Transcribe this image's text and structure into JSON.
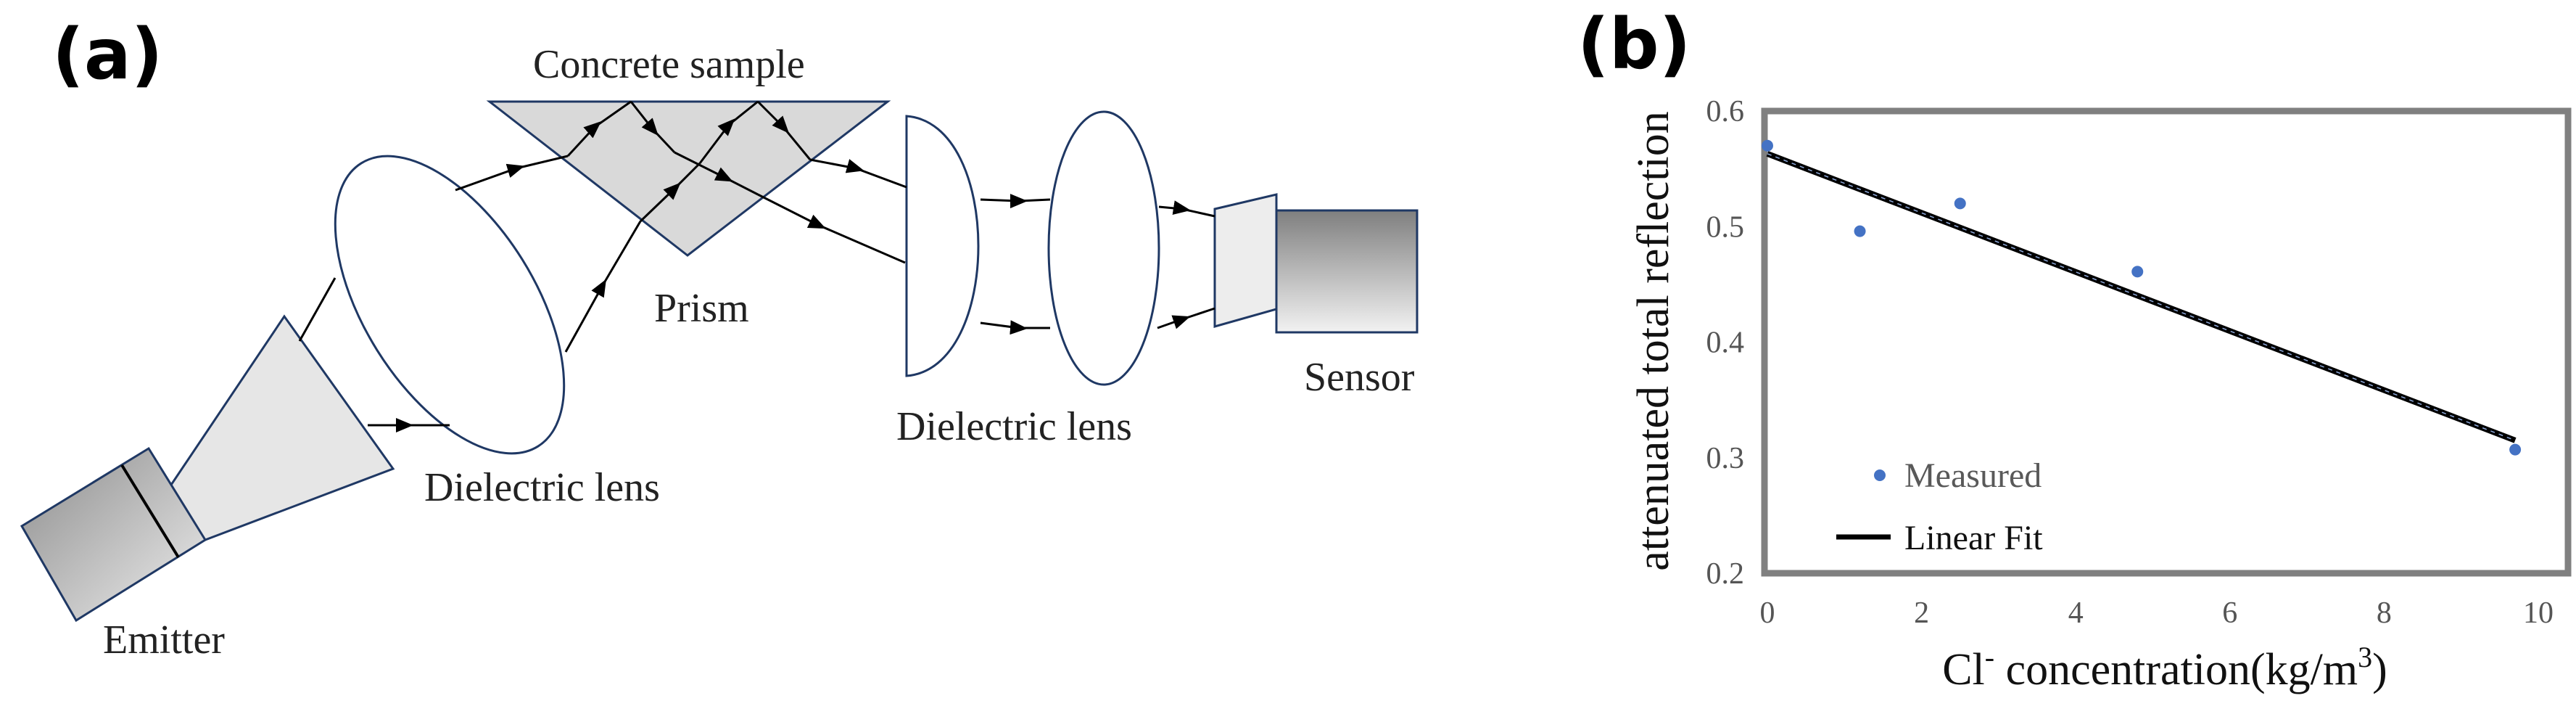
{
  "panel_a": {
    "panel_letter": "(a)",
    "labels": {
      "concrete_sample": "Concrete sample",
      "prism": "Prism",
      "dielectric_lens_left": "Dielectric lens",
      "dielectric_lens_right": "Dielectric lens",
      "sensor": "Sensor",
      "emitter": "Emitter"
    }
  },
  "panel_b": {
    "panel_letter": "(b)"
  },
  "colors": {
    "measured": "#4472C4",
    "fit_line": "#000000",
    "frame": "#808080",
    "component_fill": "#ececec",
    "prism_fill": "#d9d9d9",
    "outline": "#1f3864"
  },
  "chart_data": {
    "type": "scatter",
    "title": "",
    "xlabel": "",
    "ylabel": "attenuated total reflection",
    "xlabel_parts": {
      "base": "Cl",
      "sup": "-",
      "rest": " concentration(kg/m",
      "sup2": "3",
      "end": ")"
    },
    "xlim": [
      0,
      10
    ],
    "ylim": [
      0.2,
      0.6
    ],
    "x_ticks": [
      0,
      2,
      4,
      6,
      8,
      10
    ],
    "y_ticks": [
      0.2,
      0.3,
      0.4,
      0.5,
      0.6
    ],
    "x_tick_labels": [
      "0",
      "2",
      "4",
      "6",
      "8",
      "10"
    ],
    "y_tick_labels": [
      "0.2",
      "0.3",
      "0.4",
      "0.5",
      "0.6"
    ],
    "grid": false,
    "legend_position": "bottom-left",
    "series": [
      {
        "name": "Measured",
        "kind": "scatter",
        "x": [
          0,
          1.2,
          2.5,
          4.8,
          9.7
        ],
        "y": [
          0.57,
          0.496,
          0.52,
          0.461,
          0.307
        ]
      },
      {
        "name": "Linear Fit",
        "kind": "line",
        "x": [
          0,
          9.7
        ],
        "y": [
          0.563,
          0.315
        ]
      }
    ]
  }
}
